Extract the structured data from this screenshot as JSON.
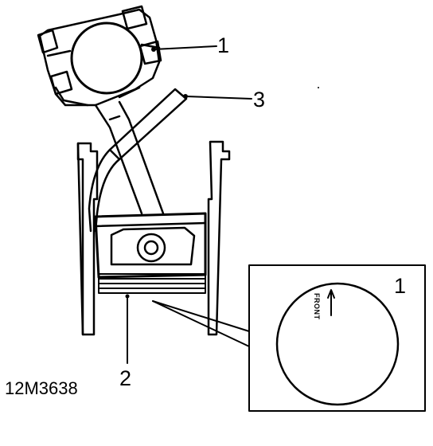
{
  "callouts": {
    "rod_cap": "1",
    "tool": "3",
    "piston_rings": "2",
    "detail_arrow": "1"
  },
  "detail": {
    "front_marking": "FRONT"
  },
  "figure_id": "12M3638"
}
